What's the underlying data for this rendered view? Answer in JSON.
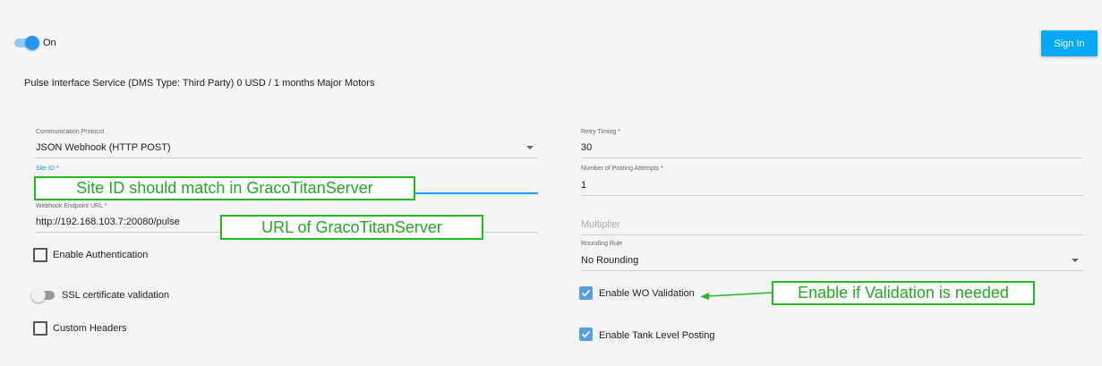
{
  "header": {
    "toggle_label": "On",
    "signin_label": "Sign In"
  },
  "service_description": "Pulse Interface Service (DMS Type: Third Party) 0 USD / 1 months Major Motors",
  "left_form": {
    "protocol": {
      "label": "Communication Protocol",
      "value": "JSON Webhook (HTTP POST)"
    },
    "site_id": {
      "label": "Site ID *",
      "value": ""
    },
    "webhook_url": {
      "label": "Webhook Endpoint URL *",
      "value": "http://192.168.103.7:20080/pulse"
    },
    "enable_auth": {
      "label": "Enable Authentication",
      "checked": false
    },
    "ssl_validation": {
      "label": "SSL certificate validation",
      "on": false
    },
    "custom_headers": {
      "label": "Custom Headers",
      "checked": false
    }
  },
  "right_form": {
    "retry_timing": {
      "label": "Retry Timing *",
      "value": "30"
    },
    "posting_attempts": {
      "label": "Number of Posting Attempts *",
      "value": "1"
    },
    "multiplier": {
      "placeholder": "Multiplier"
    },
    "rounding_rule": {
      "label": "Rounding Rule",
      "value": "No Rounding"
    },
    "wo_validation": {
      "label": "Enable WO Validation",
      "checked": true
    },
    "tank_level_posting": {
      "label": "Enable Tank Level Posting",
      "checked": true
    }
  },
  "annotations": {
    "site_id_note": "Site ID should match in GracoTitanServer",
    "url_note": "URL of GracoTitanServer",
    "validation_note": "Enable if Validation is needed"
  },
  "colors": {
    "accent": "#2196f3",
    "signin_bg": "#03a9f4",
    "annotation_green": "#22bb22",
    "checkbox_checked": "#5c9ce6"
  }
}
